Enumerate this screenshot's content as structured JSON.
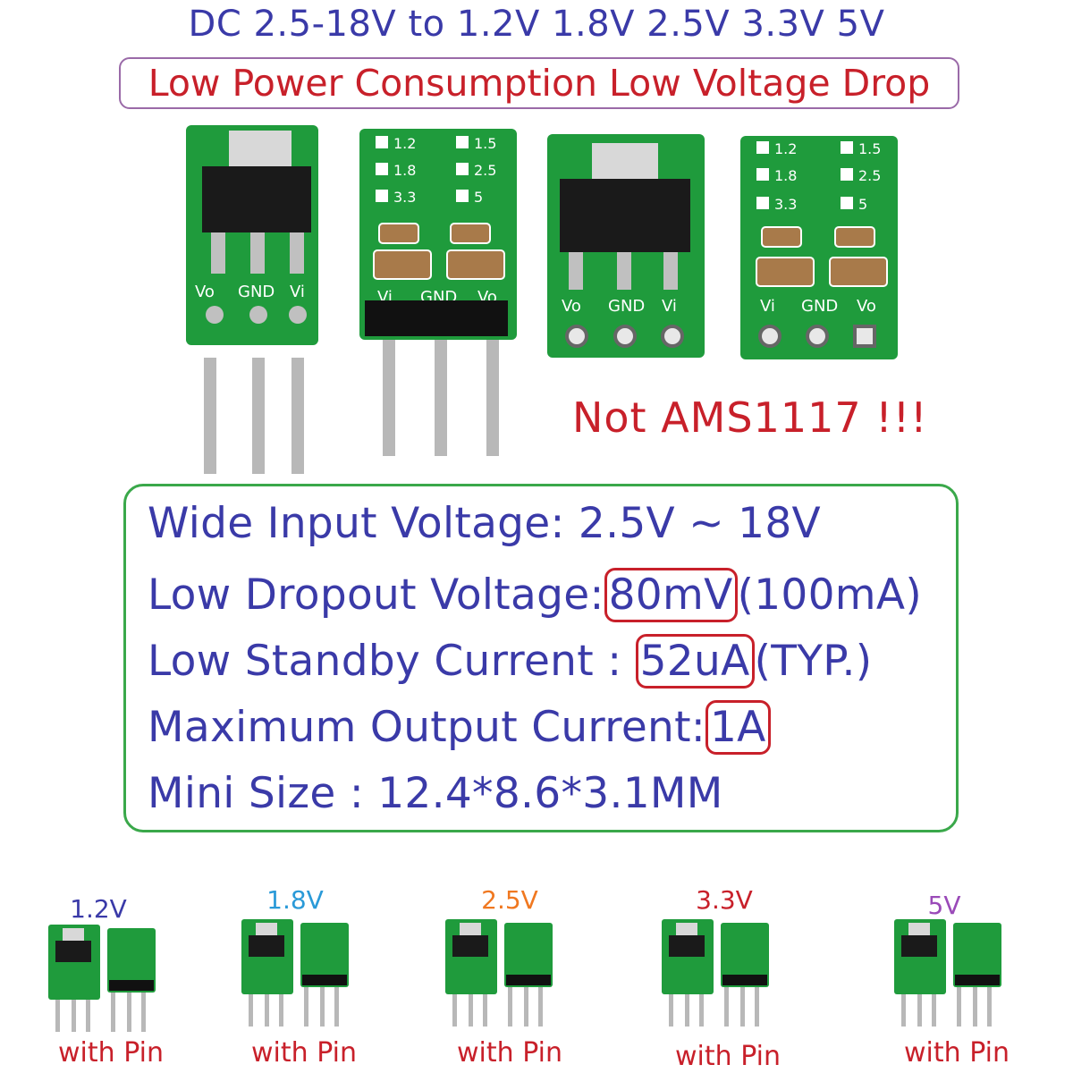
{
  "header": {
    "title": "DC 2.5-18V to 1.2V 1.8V 2.5V 3.3V 5V",
    "subtitle": "Low Power Consumption  Low Voltage Drop"
  },
  "boards": {
    "front_pins": [
      "Vo",
      "GND",
      "Vi"
    ],
    "back_pins": [
      "Vi",
      "GND",
      "Vo"
    ],
    "jumper_labels": [
      "1.2",
      "1.5",
      "1.8",
      "2.5",
      "3.3",
      "5"
    ],
    "pcb_color": "#1f9b3c"
  },
  "warning": "Not AMS1117 !!!",
  "specs": {
    "line1": "Wide Input Voltage: 2.5V ~ 18V",
    "line2_prefix": "Low Dropout Voltage:",
    "line2_value": "80mV",
    "line2_suffix": "(100mA)",
    "line3_prefix": "Low Standby Current : ",
    "line3_value": "52uA",
    "line3_suffix": "(TYP.)",
    "line4_prefix": "Maximum Output Current:",
    "line4_value": "1A",
    "line5": "Mini Size : 12.4*8.6*3.1MM"
  },
  "variants": [
    {
      "voltage": "1.2V",
      "color": "#3a3aa8",
      "caption": "with Pin"
    },
    {
      "voltage": "1.8V",
      "color": "#2a9ad8",
      "caption": "with Pin"
    },
    {
      "voltage": "2.5V",
      "color": "#f07820",
      "caption": "with Pin"
    },
    {
      "voltage": "3.3V",
      "color": "#c8202a",
      "caption": "with Pin"
    },
    {
      "voltage": "5V",
      "color": "#9a4ab8",
      "caption": "with Pin"
    }
  ]
}
